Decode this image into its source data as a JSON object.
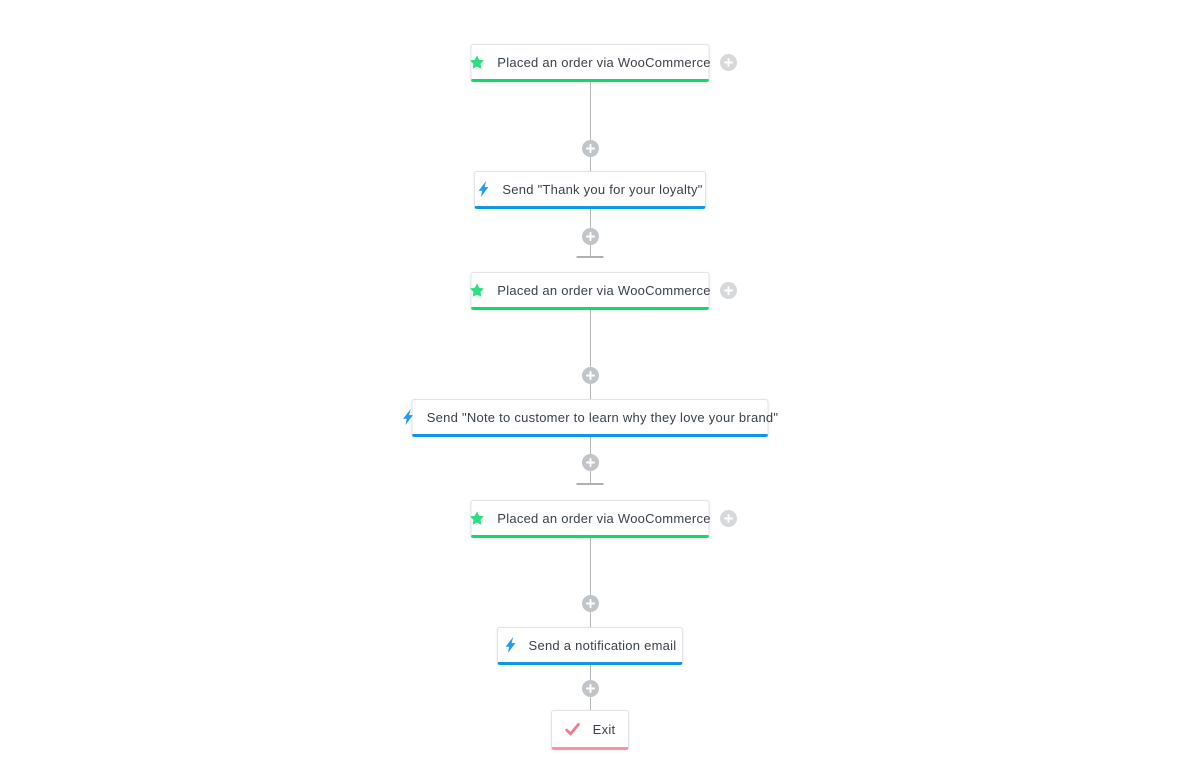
{
  "app": {
    "view_name": "workflow-builder-canvas"
  },
  "colors": {
    "trigger_accent": "#12d96e",
    "trigger_icon": "#2ce080",
    "action_accent": "#1496e8",
    "action_icon": "#1e9cf0",
    "exit_accent": "#f893a6",
    "exit_icon": "#f1798d",
    "connector_line": "#b5b8bb",
    "inline_plus_fill": "#c2c5c8",
    "side_plus_fill": "#d6d8da",
    "node_text": "#3b424a"
  },
  "workflow": {
    "nodes": [
      {
        "type": "trigger",
        "icon": "star-icon",
        "label": "Placed an order via WooCommerce"
      },
      {
        "type": "action",
        "icon": "lightning-icon",
        "label": "Send \"Thank you for your loyalty\""
      },
      {
        "type": "trigger",
        "icon": "star-icon",
        "label": "Placed an order via WooCommerce"
      },
      {
        "type": "action",
        "icon": "lightning-icon",
        "label": "Send \"Note to customer to learn why they love your brand\""
      },
      {
        "type": "trigger",
        "icon": "star-icon",
        "label": "Placed an order via WooCommerce"
      },
      {
        "type": "action",
        "icon": "lightning-icon",
        "label": "Send a notification email"
      },
      {
        "type": "exit",
        "icon": "check-icon",
        "label": "Exit"
      }
    ],
    "add_step_button": {
      "icon": "plus-icon",
      "meaning": "add step to workflow"
    },
    "add_trigger_button": {
      "icon": "plus-icon",
      "meaning": "add another trigger"
    }
  }
}
